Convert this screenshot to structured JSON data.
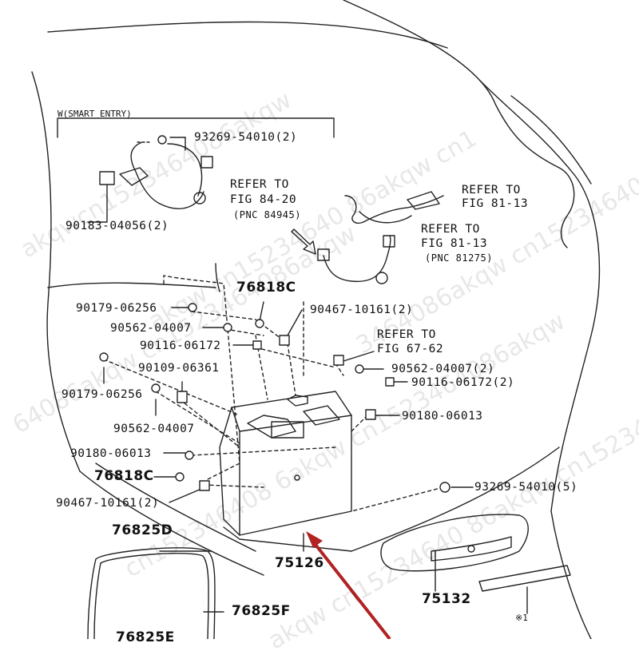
{
  "header": {
    "variant": "W(SMART ENTRY)"
  },
  "parts": {
    "p93269_54010_2": "93269-54010(2)",
    "p90183_04056_2": "90183-04056(2)",
    "p90179_06256_a": "90179-06256",
    "p90562_04007_a": "90562-04007",
    "p90116_06172_a": "90116-06172",
    "p90109_06361": "90109-06361",
    "p90179_06256_b": "90179-06256",
    "p90562_04007_b": "90562-04007",
    "p90180_06013_a": "90180-06013",
    "p76818C_a": "76818C",
    "p76818C_b": "76818C",
    "p90467_10161_2a": "90467-10161(2)",
    "p90467_10161_2b": "90467-10161(2)",
    "p90562_04007_2": "90562-04007(2)",
    "p90116_06172_2": "90116-06172(2)",
    "p90180_06013_b": "90180-06013",
    "p93269_54010_5": "93269-54010(5)",
    "p76825D": "76825D",
    "p75126": "75126",
    "p75132": "75132",
    "p76825F": "76825F",
    "p76825E": "76825E",
    "note1": "※1"
  },
  "refs": {
    "r1_line1": "REFER TO",
    "r1_line2": "FIG 84-20",
    "r1_pnc": "(PNC 84945)",
    "r2_line1": "REFER TO",
    "r2_line2": "FIG 81-13",
    "r3_line1": "REFER TO",
    "r3_line2": "FIG 81-13",
    "r3_pnc": "(PNC 81275)",
    "r4_line1": "REFER TO",
    "r4_line2": "FIG 67-62"
  },
  "watermark": {
    "w1": "akqwcn1523464086akqw",
    "w2": "akqw cn15234640 86akqw cn1",
    "w3": "64086akqw cn1523464086akqw",
    "w4": "cn152346408 6akqw cn1523464086akqw",
    "w5": "3464086akqw cn1523464086",
    "w6": "akqw cn15234640 86akqw cn15234640"
  },
  "colors": {
    "line": "#222222",
    "arrow": "#b22222",
    "watermark": "#000000"
  }
}
